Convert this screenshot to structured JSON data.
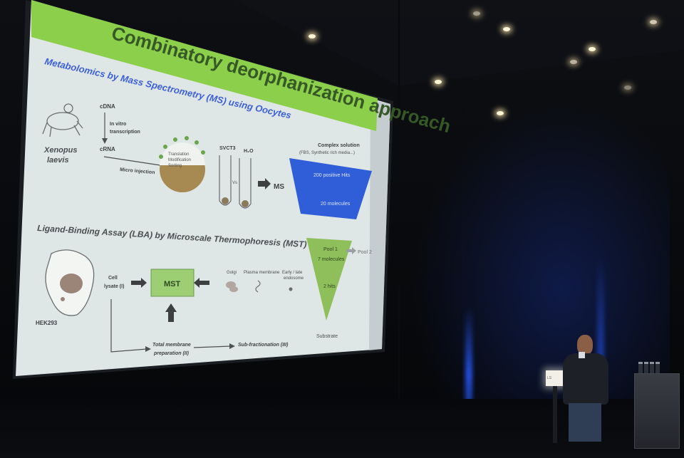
{
  "slide": {
    "title": "Combinatory deorphanization approach",
    "section_ms": "Metabolomics by Mass Spectrometry (MS) using Oocytes",
    "section_lba": "Ligand-Binding Assay (LBA) by Microscale Thermophoresis (MST)",
    "ms_flow": {
      "cdna": "cDNA",
      "in_vitro_1": "In vitro",
      "in_vitro_2": "transcription",
      "crna": "cRNA",
      "micro_injection": "Micro injection",
      "organism_1": "Xenopus",
      "organism_2": "laevis",
      "oocyte_1": "Translation",
      "oocyte_2": "Modification",
      "oocyte_3": "Sorting",
      "svct3": "SVCT3",
      "h2o": "H₂O",
      "vs": "Vs",
      "ms": "MS",
      "complex_1": "Complex solution",
      "complex_2": "(FBS, Synthetic rich media...)",
      "funnel_top": "200 positive Hits",
      "funnel_bottom": "20 molecules"
    },
    "lba_flow": {
      "cell_1": "Cell",
      "cell_2": "lysate (I)",
      "mst": "MST",
      "hek": "HEK293",
      "golgi": "Golgi",
      "plasma": "Plasma membrane",
      "endo_1": "Early / late",
      "endo_2": "endosome",
      "total_1": "Total membrane",
      "total_2": "preparation (II)",
      "subfrac": "Sub-fractionation (III)",
      "pool1": "Pool 1",
      "pool1_mols": "7 molecules",
      "pool2": "Pool 2",
      "hits": "2 hits",
      "substrate": "Substrate"
    }
  },
  "scene": {
    "podium_sign": "LS",
    "colors": {
      "slide_bg": "#dfe6e6",
      "title_band": "#8ccf4a",
      "section_blue": "#3b5fd6",
      "funnel_blue": "#2f5ed8",
      "funnel_green": "#8fbf5a",
      "mst_box": "#9ccf74"
    }
  }
}
